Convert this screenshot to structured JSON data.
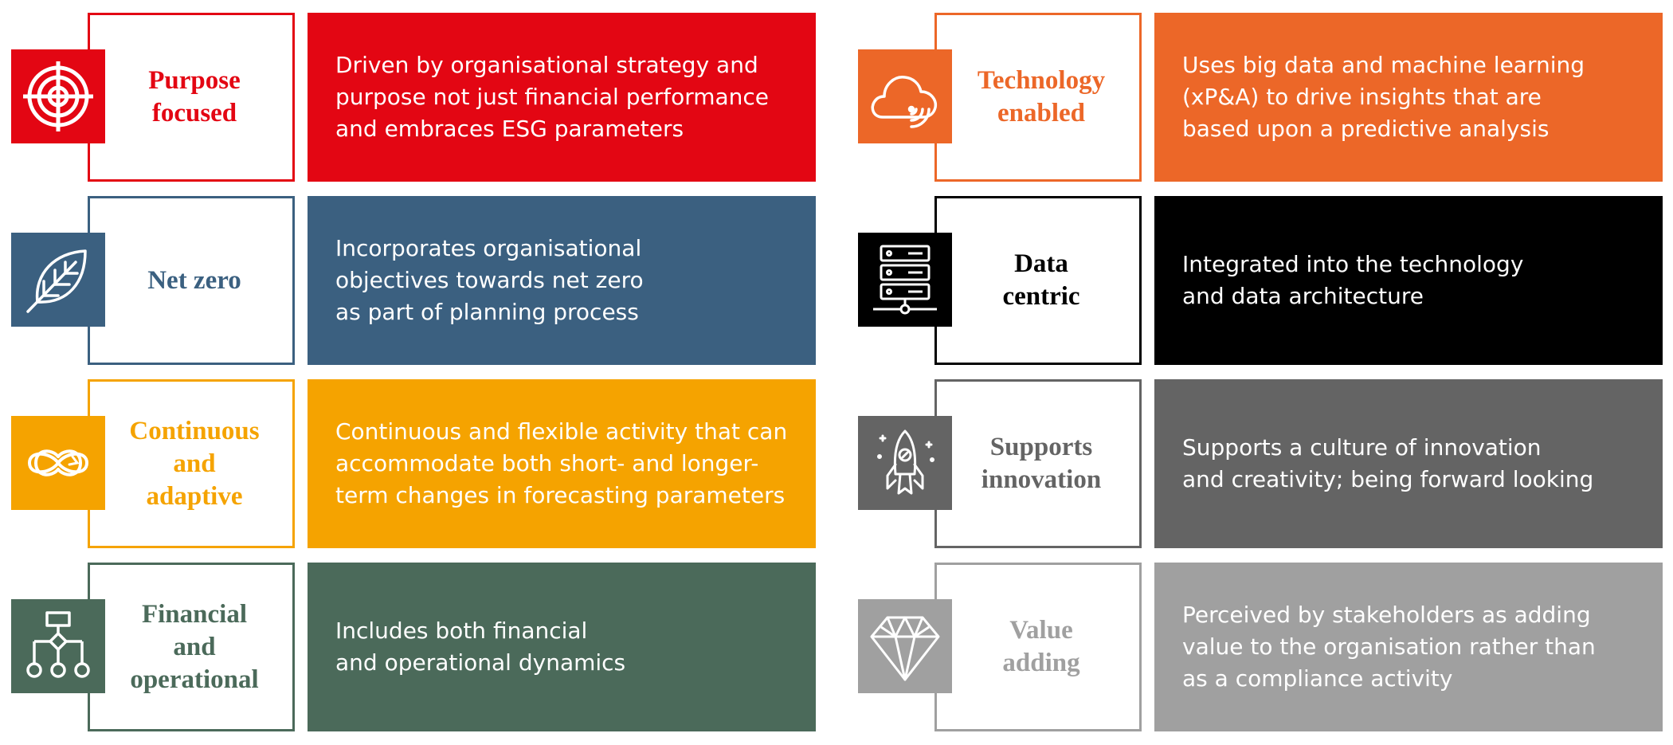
{
  "left": [
    {
      "label": "Purpose\nfocused",
      "description": "Driven by organisational strategy and\npurpose not just financial performance\nand embraces ESG parameters",
      "color": "#e30613",
      "icon": "target-icon"
    },
    {
      "label": "Net zero",
      "description": "Incorporates organisational\nobjectives towards net zero\nas part of planning process",
      "color": "#3b6080",
      "icon": "leaf-icon"
    },
    {
      "label": "Continuous\nand\nadaptive",
      "description": "Continuous and flexible activity that can\naccommodate both short- and longer-\nterm changes in forecasting parameters",
      "color": "#f5a300",
      "icon": "infinity-icon"
    },
    {
      "label": "Financial\nand\noperational",
      "description": "Includes both financial\nand operational dynamics",
      "color": "#4b6a5a",
      "icon": "flowchart-icon"
    }
  ],
  "right": [
    {
      "label": "Technology\nenabled",
      "description": "Uses big data and machine learning\n(xP&A) to drive insights that are\nbased upon a predictive analysis",
      "color": "#ec6728",
      "icon": "cloud-icon"
    },
    {
      "label": "Data\ncentric",
      "description": "Integrated into the technology\nand data architecture",
      "color": "#000000",
      "icon": "server-icon"
    },
    {
      "label": "Supports\ninnovation",
      "description": "Supports a culture of innovation\nand creativity; being forward looking",
      "color": "#646464",
      "icon": "rocket-icon"
    },
    {
      "label": "Value\nadding",
      "description": "Perceived by stakeholders as adding\nvalue to the organisation rather than\nas a compliance activity",
      "color": "#a0a0a0",
      "icon": "diamond-icon"
    }
  ]
}
